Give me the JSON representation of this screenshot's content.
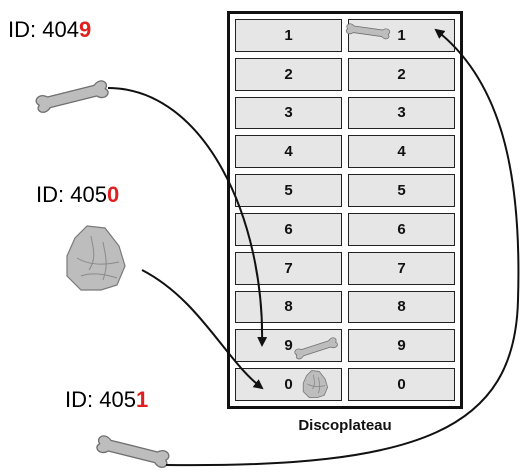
{
  "specimens": [
    {
      "prefix": "ID: 404",
      "digit": "9",
      "icon": "bone-icon"
    },
    {
      "prefix": "ID: 405",
      "digit": "0",
      "icon": "stone-flake-icon"
    },
    {
      "prefix": "ID: 405",
      "digit": "1",
      "icon": "bone-icon"
    }
  ],
  "grid": {
    "rows": [
      "1",
      "2",
      "3",
      "4",
      "5",
      "6",
      "7",
      "8",
      "9",
      "0"
    ],
    "caption": "Discoplateau"
  },
  "placements": [
    {
      "specimen": "ID: 4049",
      "column": "left",
      "row": "9",
      "icon": "bone-icon"
    },
    {
      "specimen": "ID: 4050",
      "column": "left",
      "row": "0",
      "icon": "stone-flake-icon"
    },
    {
      "specimen": "ID: 4051",
      "column": "right",
      "row": "1",
      "icon": "bone-icon"
    }
  ],
  "colors": {
    "highlight_digit": "#e02020",
    "cell_fill": "#e6e6e6",
    "object_fill": "#bdbdbd",
    "line": "#111111"
  }
}
